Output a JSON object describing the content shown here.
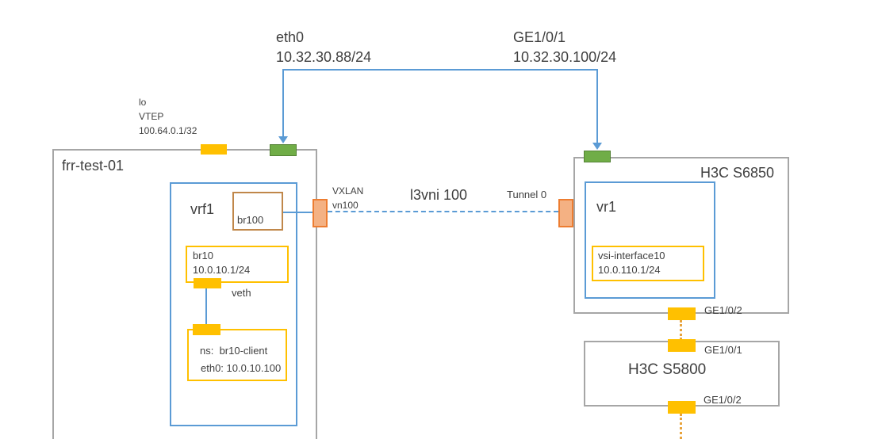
{
  "colors": {
    "link_blue": "#5b9bd5",
    "nic_green": "#70ad47",
    "port_yellow": "#ffc000",
    "vtep_salmon_fill": "#f4b183",
    "vtep_salmon_border": "#ed7d31",
    "box_gray": "#a6a6a6",
    "br100_tan": "#c0874a",
    "dotted_orange": "#e8a33c",
    "text": "#3f3f3f"
  },
  "uplink": {
    "left": {
      "interface": "eth0",
      "ip": "10.32.30.88/24"
    },
    "right": {
      "interface": "GE1/0/1",
      "ip": "10.32.30.100/24"
    }
  },
  "loopback": {
    "line1": "lo",
    "line2": "VTEP",
    "line3": "100.64.0.1/32"
  },
  "frr": {
    "title": "frr-test-01",
    "vrf": {
      "title": "vrf1",
      "br100": {
        "name": "br100"
      },
      "br10": {
        "name": "br10",
        "ip": "10.0.10.1/24"
      },
      "veth_label": "veth",
      "ns": {
        "line1": "ns:  br10-client",
        "line2": "eth0: 10.0.10.100"
      }
    }
  },
  "overlay": {
    "vxlan_line1": "VXLAN",
    "vxlan_line2": "vn100",
    "l3vni_label": "l3vni 100",
    "tunnel_label": "Tunnel 0"
  },
  "s6850": {
    "title": "H3C S6850",
    "vr1": {
      "title": "vr1",
      "vsi": {
        "name": "vsi-interface10",
        "ip": "10.0.110.1/24"
      }
    },
    "port_down_label": "GE1/0/2"
  },
  "s5800": {
    "title": "H3C S5800",
    "port_up_label": "GE1/0/1",
    "port_down_label": "GE1/0/2"
  }
}
